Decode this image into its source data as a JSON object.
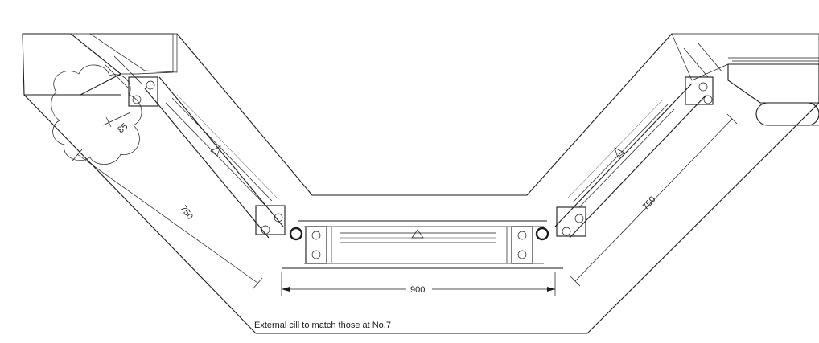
{
  "dimensions": {
    "left_diagonal": "750",
    "right_diagonal": "750",
    "center_width": "900",
    "small_offset": "85"
  },
  "note": {
    "text": "External cill to match those at No.7"
  }
}
